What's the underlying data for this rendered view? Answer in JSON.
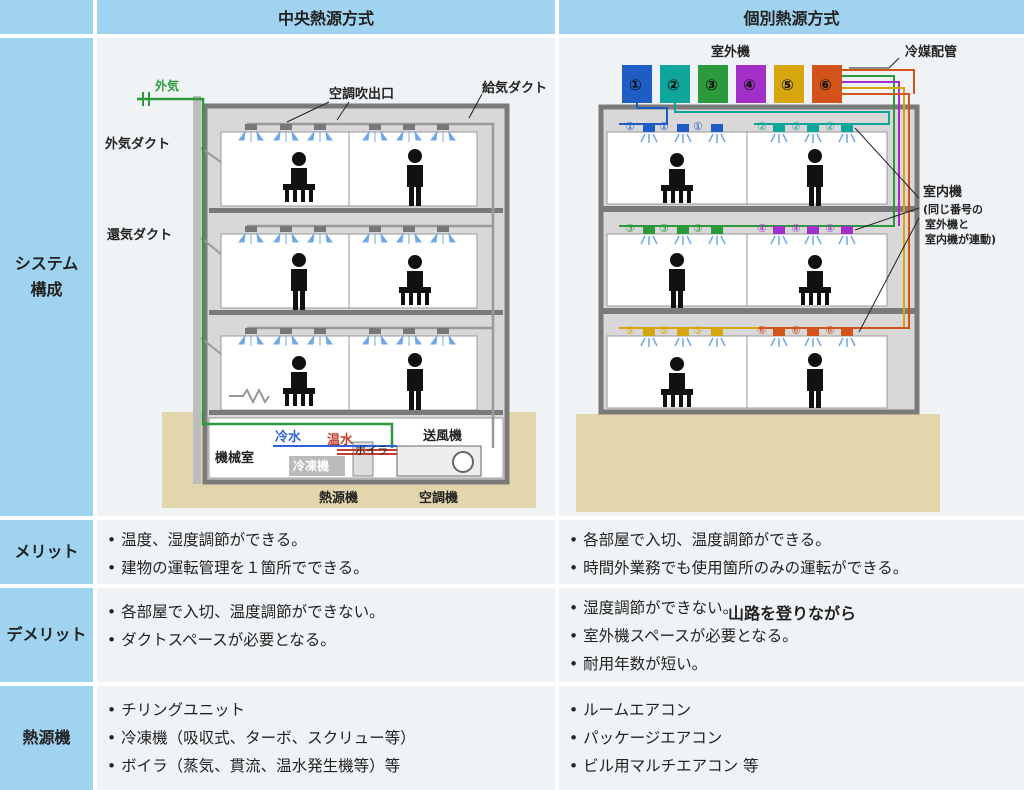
{
  "headers": {
    "central": "中央熱源方式",
    "individual": "個別熱源方式"
  },
  "rows": {
    "system": {
      "label": "システム\n構成"
    },
    "merit": {
      "label": "メリット",
      "central": [
        "温度、湿度調節ができる。",
        "建物の運転管理を１箇所でできる。"
      ],
      "individual": [
        "各部屋で入切、温度調節ができる。",
        "時間外業務でも使用箇所のみの運転ができる。"
      ]
    },
    "demerit": {
      "label": "デメリット",
      "central": [
        "各部屋で入切、温度調節ができない。",
        "ダクトスペースが必要となる。"
      ],
      "individual": [
        "湿度調節ができない。",
        "室外機スペースが必要となる。",
        "耐用年数が短い。"
      ]
    },
    "heat": {
      "label": "熱源機",
      "central": [
        "チリングユニット",
        "冷凍機（吸収式、ターボ、スクリュー等）",
        "ボイラ（蒸気、貫流、温水発生機等）等"
      ],
      "individual": [
        "ルームエアコン",
        "パッケージエアコン",
        "ビル用マルチエアコン 等"
      ]
    }
  },
  "overlay_text": "山路を登りながら",
  "central_diagram": {
    "outside_air": "外気",
    "outlet": "空調吹出口",
    "supply_duct": "給気ダクト",
    "outside_duct": "外気ダクト",
    "return_duct": "還気ダクト",
    "machine_room": "機械室",
    "chilled_water": "冷水",
    "hot_water": "温水",
    "boiler": "ボイラ",
    "chiller": "冷凍機",
    "blower": "送風機",
    "heat_source": "熱源機",
    "ahu": "空調機"
  },
  "individual_diagram": {
    "outdoor_unit": "室外機",
    "refrigerant_pipe": "冷媒配管",
    "indoor_unit": "室内機",
    "indoor_note": [
      "(同じ番号の",
      "室外機と",
      "室内機が連動)"
    ],
    "unit_numbers": [
      "①",
      "②",
      "③",
      "④",
      "⑤",
      "⑥"
    ],
    "unit_colors": [
      "#1f5cc4",
      "#0fa59a",
      "#2c9a3c",
      "#a230c8",
      "#d6a60e",
      "#d2541b"
    ]
  }
}
